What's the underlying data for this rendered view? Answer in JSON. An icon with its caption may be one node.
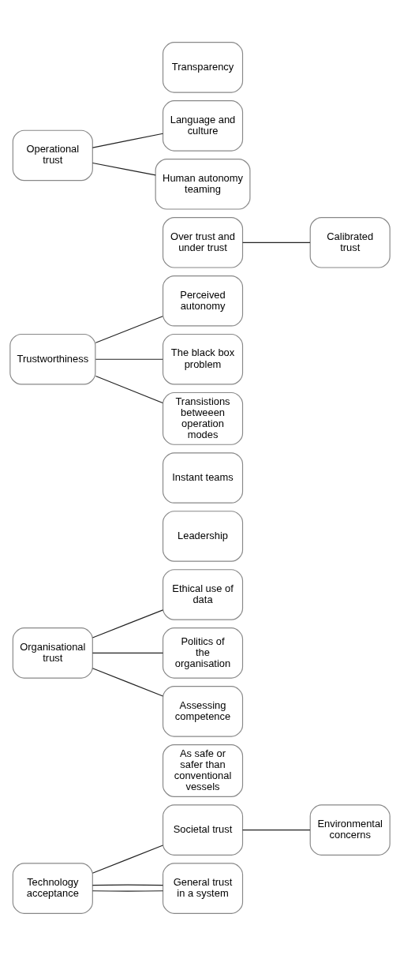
{
  "diagram": {
    "nodes": [
      {
        "text": [
          "Operational trust"
        ]
      },
      {
        "text": [
          "Transparency"
        ]
      },
      {
        "text": [
          "Human autonomy teaming"
        ]
      },
      {
        "text": [
          "Language and culture"
        ]
      },
      {
        "text": [
          "Over trust and under trust"
        ]
      },
      {
        "text": [
          "Calibrated trust"
        ]
      },
      {
        "text": [
          "Trustworthiness"
        ]
      },
      {
        "text": [
          "Transistions betweeen operation modes"
        ]
      },
      {
        "text": [
          "The black box problem"
        ]
      },
      {
        "text": [
          "Perceived autonomy"
        ]
      },
      {
        "text": [
          "Instant teams"
        ]
      },
      {
        "text": [
          "Leadership"
        ]
      },
      {
        "text": [
          "Organisational trust"
        ]
      },
      {
        "text": [
          "Assessing competence"
        ]
      },
      {
        "text": [
          "Politics of the organisation"
        ]
      },
      {
        "text": [
          "Ethical use of data"
        ]
      },
      {
        "text": [
          "As safe or safer than conventional vessels"
        ]
      },
      {
        "text": [
          "Technology acceptance"
        ]
      },
      {
        "text": [
          "General trust in a system"
        ]
      },
      {
        "text": [
          "Societal trust"
        ]
      },
      {
        "text": [
          "Environmental concerns"
        ]
      }
    ],
    "edges": [
      {
        "from": 0,
        "to": 2,
        "arrow": "none"
      },
      {
        "from": 0,
        "to": 3,
        "arrow": "none"
      },
      {
        "from": 4,
        "to": 5,
        "arrow": "none"
      },
      {
        "from": 6,
        "to": 7,
        "arrow": "none"
      },
      {
        "from": 6,
        "to": 8,
        "arrow": "none"
      },
      {
        "from": 6,
        "to": 9,
        "arrow": "none"
      },
      {
        "from": 12,
        "to": 13,
        "arrow": "none"
      },
      {
        "from": 12,
        "to": 14,
        "arrow": "none"
      },
      {
        "from": 12,
        "to": 15,
        "arrow": "none"
      },
      {
        "from": 17,
        "to": 18,
        "arrow": "none"
      },
      {
        "from": 17,
        "to": 18,
        "arrow": "none"
      },
      {
        "from": 17,
        "to": 19,
        "arrow": "none"
      },
      {
        "from": 19,
        "to": 20,
        "arrow": "none"
      }
    ]
  }
}
